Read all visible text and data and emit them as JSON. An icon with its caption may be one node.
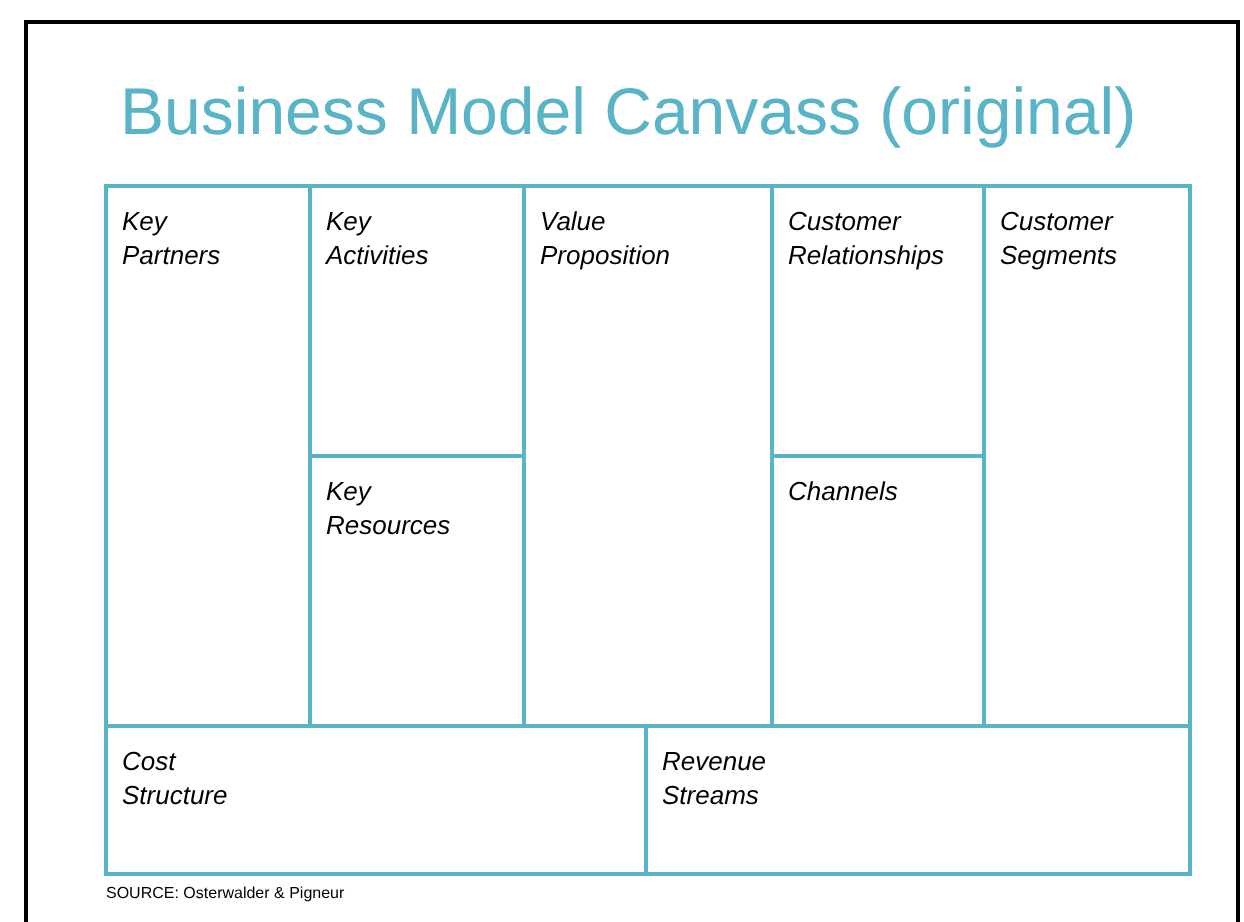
{
  "diagram": {
    "title": "Business Model Canvass (original)",
    "nodes": [
      {
        "text": [
          "Key Partners"
        ]
      },
      {
        "text": [
          "Key Activities"
        ]
      },
      {
        "text": [
          "Key Resources"
        ]
      },
      {
        "text": [
          "Value Proposition"
        ]
      },
      {
        "text": [
          "Customer Relationships"
        ]
      },
      {
        "text": [
          "Channels"
        ]
      },
      {
        "text": [
          "Customer Segments"
        ]
      },
      {
        "text": [
          "Cost Structure"
        ]
      },
      {
        "text": [
          "Revenue Streams"
        ]
      }
    ],
    "labels": [
      "SOURCE: Osterwalder & Pigneur"
    ]
  }
}
